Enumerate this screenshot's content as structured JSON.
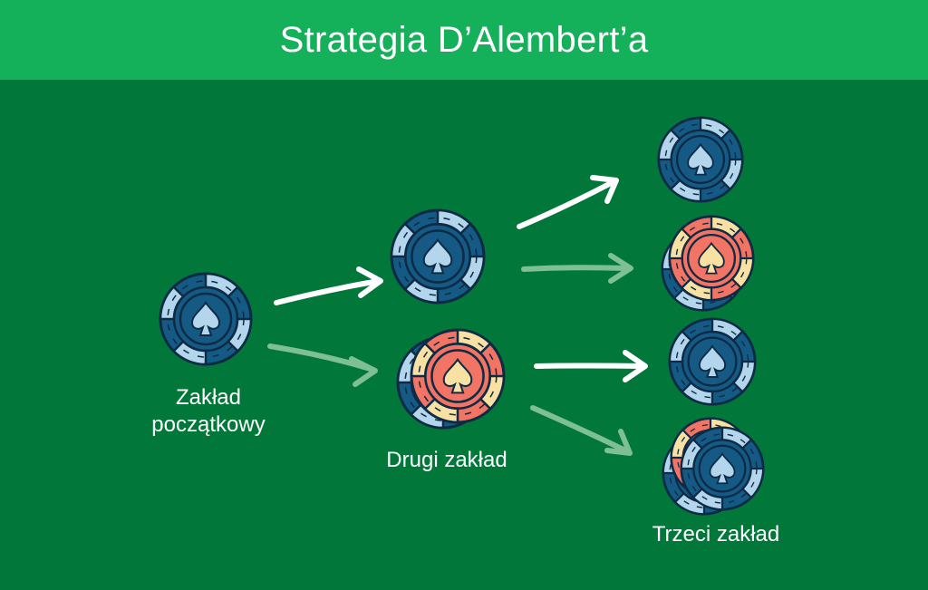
{
  "title": "Strategia D’Alembert’a",
  "labels": {
    "initial": "Zakład\npoczątkowy",
    "second": "Drugi zakład",
    "third": "Trzeci zakład"
  },
  "colors": {
    "header": "#14b05a",
    "background": "#02773a",
    "chip_blue": "#145a85",
    "chip_blue_light": "#b3d6ec",
    "chip_red": "#f27464",
    "chip_red_light": "#f8e1a3",
    "outline": "#0e2a45",
    "arrow_win": "#ffffff",
    "arrow_loss": "#7fbf96"
  },
  "icons": {
    "chip_symbol": "spade-icon"
  }
}
